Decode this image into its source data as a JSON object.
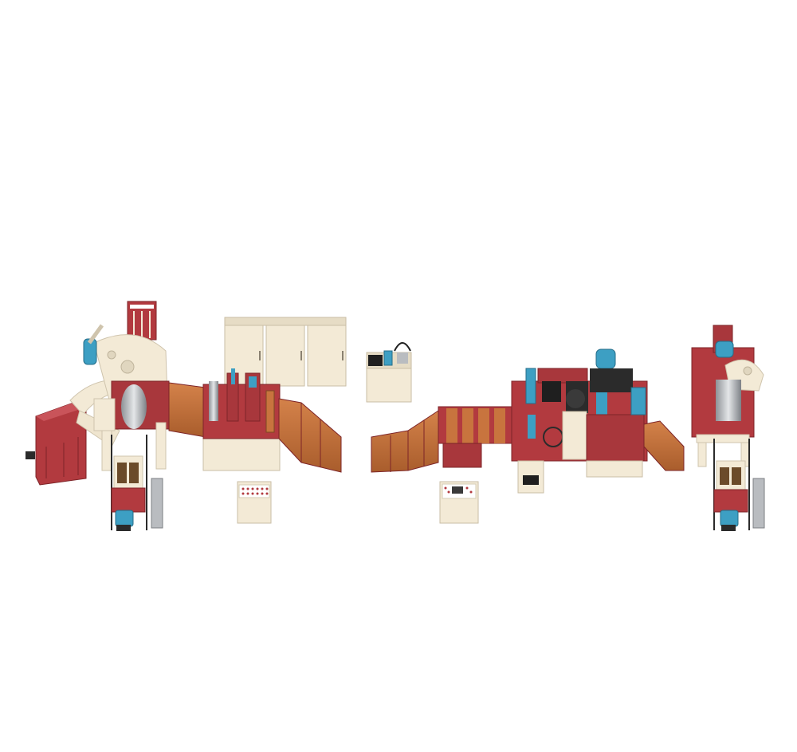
{
  "scene": {
    "background": "#ffffff",
    "colors": {
      "frame_red": "#b23a3f",
      "frame_red_dark": "#8e2a2f",
      "cream": "#f3ead6",
      "cream_shadow": "#d9cfb8",
      "copper": "#c8743e",
      "copper_dark": "#9a5326",
      "motor_blue": "#3d9fc3",
      "steel": "#b9bcc0",
      "dark": "#2b2b2b"
    },
    "components": [
      "uncoiler-left",
      "electrical-cabinets",
      "hydraulic-station",
      "slitting-machine",
      "control-desk-left",
      "control-desk-right",
      "tension-stand",
      "recoiler-right"
    ]
  }
}
